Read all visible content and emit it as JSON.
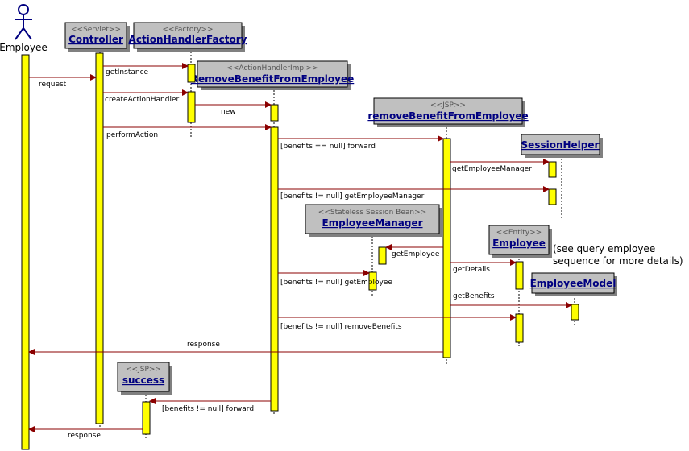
{
  "actor": {
    "name": "Employee"
  },
  "objects": {
    "controller": {
      "stereotype": "<<Servlet>>",
      "name": "Controller"
    },
    "factory": {
      "stereotype": "<<Factory>>",
      "name": "ActionHandlerFactory"
    },
    "handler": {
      "stereotype": "<<ActionHandlerImpl>>",
      "name": "RemoveBenefitFromEmployee"
    },
    "jsp": {
      "stereotype": "<<JSP>>",
      "name": "removeBenefitFromEmployee"
    },
    "session_helper": {
      "stereotype": "",
      "name": "SessionHelper"
    },
    "employee_manager": {
      "stereotype": "<<Stateless Session Bean>>",
      "name": "EmployeeManager"
    },
    "employee": {
      "stereotype": "<<Entity>>",
      "name": "Employee"
    },
    "employee_model": {
      "stereotype": "",
      "name": "EmployeeModel"
    },
    "success": {
      "stereotype": "<<JSP>>",
      "name": "success"
    }
  },
  "messages": {
    "request": "request",
    "get_instance": "getInstance",
    "create_action_handler": "createActionHandler",
    "new": "new",
    "perform_action": "performAction",
    "benefits_null_forward": "[benefits == null] forward",
    "get_employee_manager": "getEmployeeManager",
    "benefits_not_null_get_employee_manager": "[benefits != null] getEmployeeManager",
    "get_employee": "getEmployee",
    "benefits_not_null_get_employee": "[benefits != null] getEmployee",
    "get_details": "getDetails",
    "get_benefits": "getBenefits",
    "benefits_not_null_remove_benefits": "[benefits != null] removeBenefits",
    "response_jsp": "response",
    "benefits_not_null_forward": "[benefits != null] forward",
    "response_success": "response"
  },
  "note": {
    "line1": "(see query employee",
    "line2": "sequence for more details)"
  },
  "colors": {
    "activation": "#ffff00",
    "object_box": "#c0c0c0",
    "object_shadow": "#808080",
    "object_name": "#000080",
    "message_arrow": "#8b0000"
  }
}
